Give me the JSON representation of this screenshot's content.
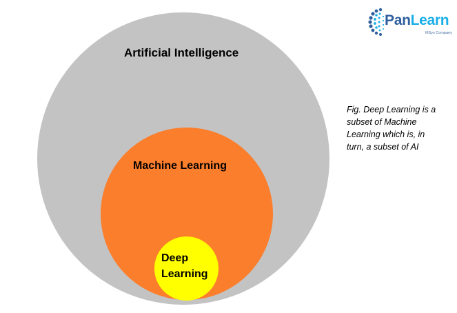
{
  "diagram": {
    "outer_label": "Artificial Intelligence",
    "middle_label": "Machine Learning",
    "inner_label_line1": "Deep",
    "inner_label_line2": "Learning",
    "colors": {
      "outer": "#c3c3c3",
      "middle": "#fb7e2c",
      "inner": "#ffff00"
    }
  },
  "caption": {
    "line1": "Fig. Deep Learning is a",
    "line2": "subset of Machine",
    "line3": "Learning which is, in",
    "line4": "turn, a subset of AI"
  },
  "logo": {
    "name_part1": "Pan",
    "name_part2": "Learn",
    "tagline": "MSys Company",
    "icon": "globe-dots-icon"
  }
}
